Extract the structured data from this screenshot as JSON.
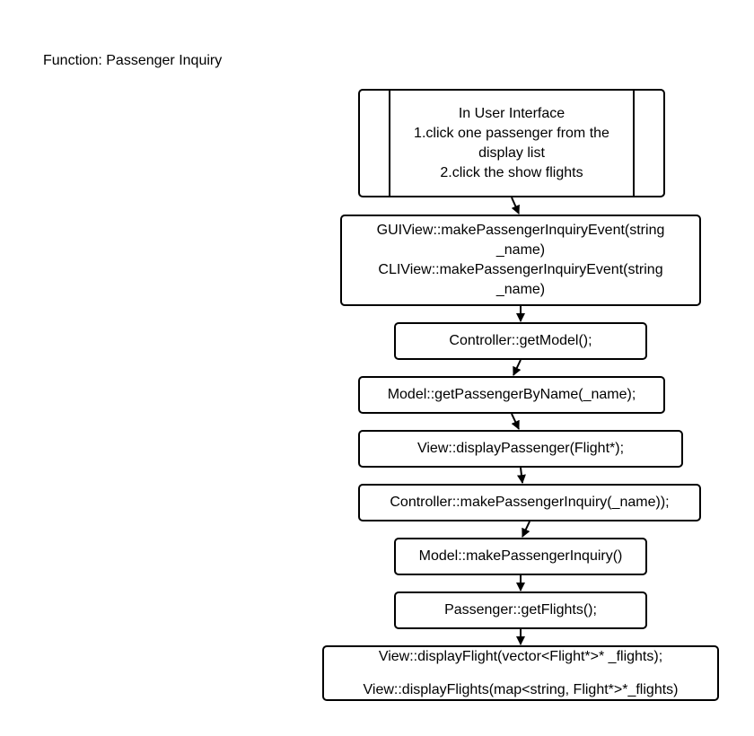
{
  "title": "Function: Passenger Inquiry",
  "nodes": {
    "start": {
      "lines": [
        "In User Interface",
        "1.click one passenger from the",
        "display list",
        "2.click the show flights"
      ]
    },
    "view_event": {
      "lines": [
        "GUIView::makePassengerInquiryEvent(string",
        "_name)",
        "CLIView::makePassengerInquiryEvent(string",
        "_name)"
      ]
    },
    "get_model": {
      "label": "Controller::getModel();"
    },
    "get_passenger": {
      "label": "Model::getPassengerByName(_name);"
    },
    "display_passenger": {
      "label": "View::displayPassenger(Flight*);"
    },
    "controller_inquiry": {
      "label": "Controller::makePassengerInquiry(_name));"
    },
    "model_inquiry": {
      "label": "Model::makePassengerInquiry()"
    },
    "get_flights": {
      "label": "Passenger::getFlights();"
    },
    "display_flights": {
      "line1": "View::displayFlight(vector<Flight*>* _flights);",
      "line2": "View::displayFlights(map<string, Flight*>*_flights)"
    }
  }
}
